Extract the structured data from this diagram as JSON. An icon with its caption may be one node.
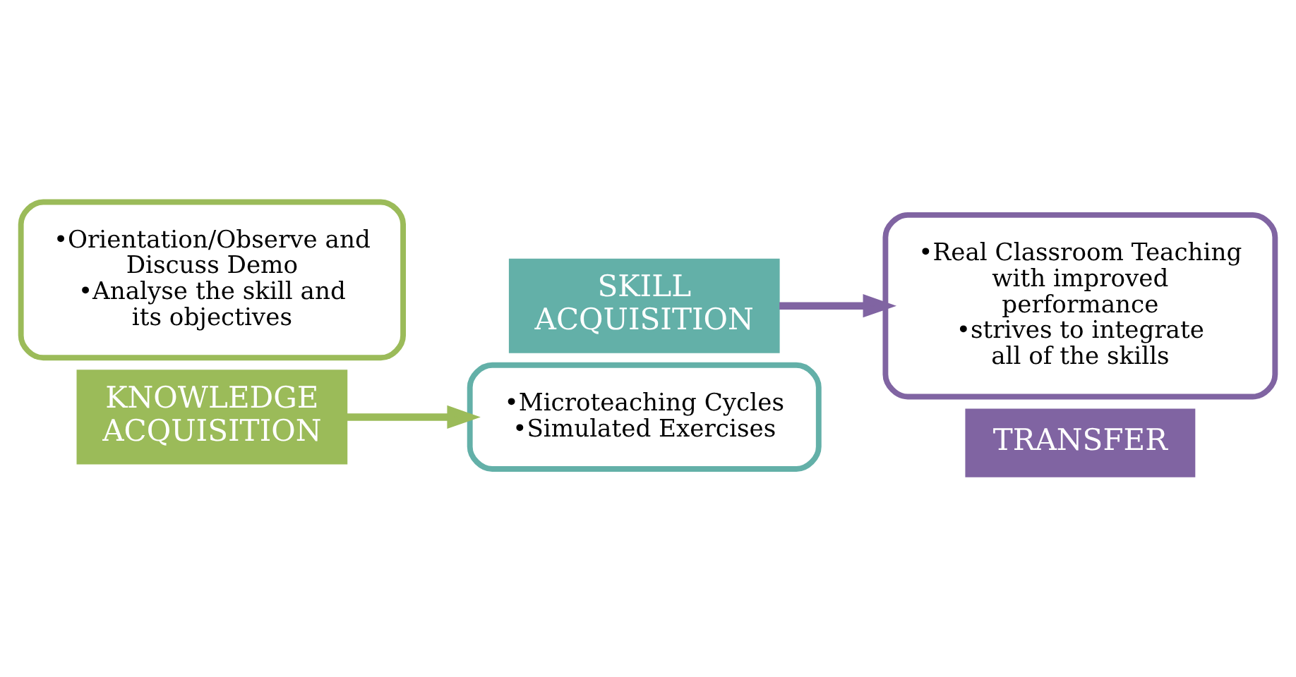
{
  "diagram": {
    "nodes": [
      {
        "text": [
          "•Orientation/Observe and Discuss Demo",
          "•Analyse the skill and its objectives"
        ]
      },
      {
        "text": [
          "KNOWLEDGE ACQUISITION"
        ]
      },
      {
        "text": [
          "•Microteaching Cycles",
          "•Simulated Exercises"
        ]
      },
      {
        "text": [
          "SKILL ACQUISITION"
        ]
      },
      {
        "text": [
          "•Real Classroom Teaching with improved performance",
          "•strives to integrate all of the skills"
        ]
      },
      {
        "text": [
          "TRANSFER"
        ]
      }
    ],
    "edges": [
      {
        "from": 1,
        "to": 2,
        "arrow": "to",
        "color": "#9bbb59"
      },
      {
        "from": 3,
        "to": 4,
        "arrow": "to",
        "color": "#8064a2"
      }
    ]
  }
}
